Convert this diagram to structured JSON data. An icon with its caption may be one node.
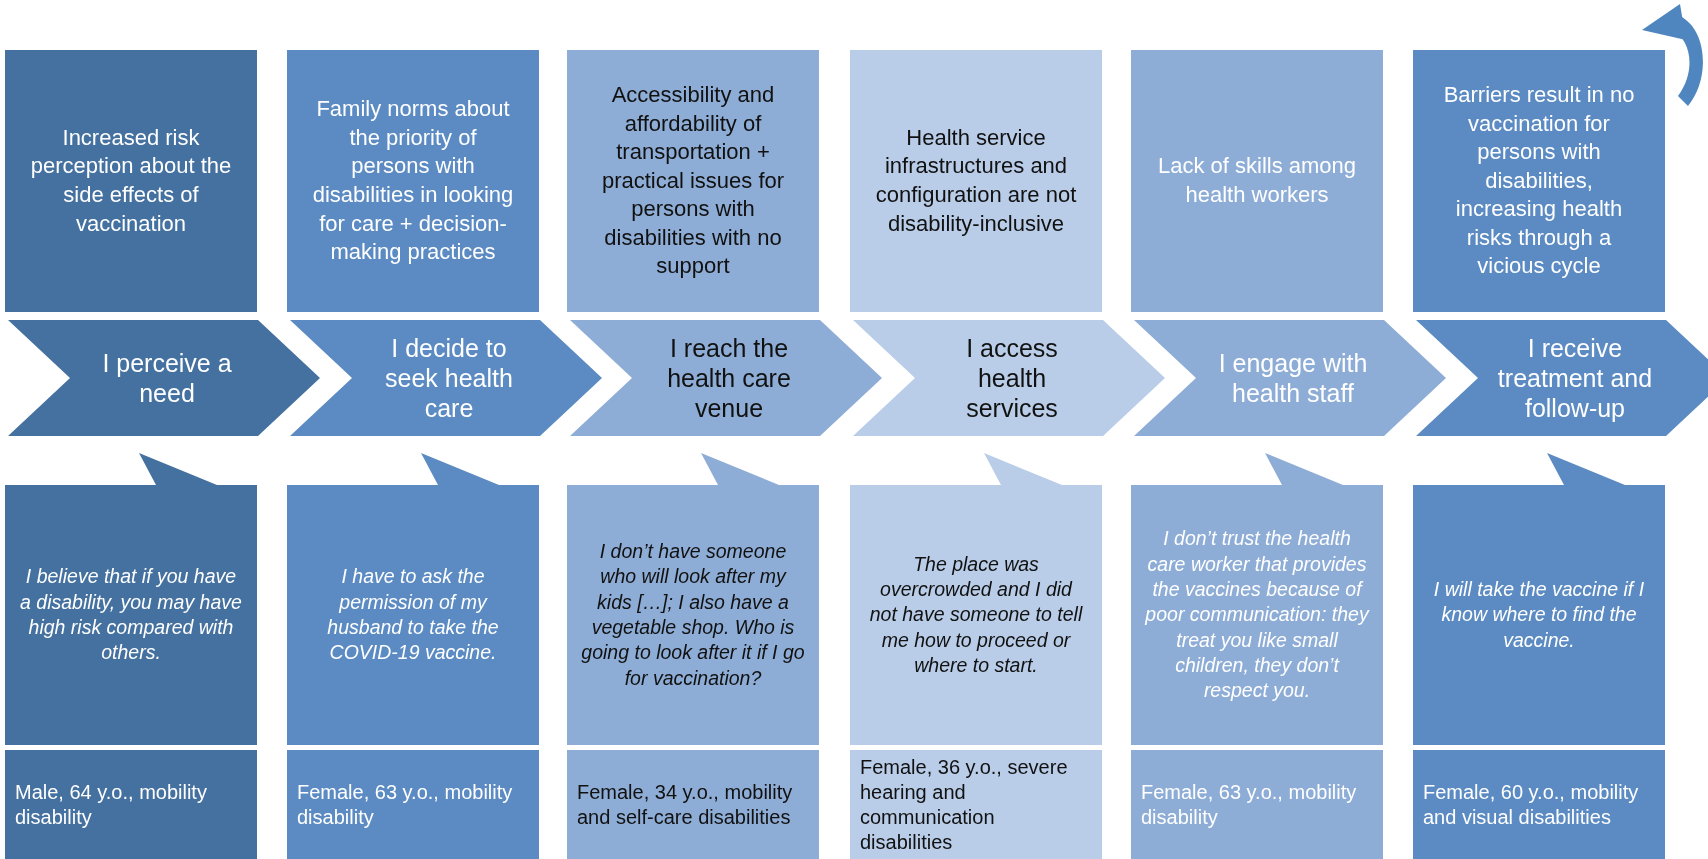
{
  "diagram": {
    "nodes": [
      {
        "text": [
          "Increased risk perception about the side effects of vaccination"
        ]
      },
      {
        "text": [
          "Family norms about the priority of persons with disabilities in looking for care + decision-making practices"
        ]
      },
      {
        "text": [
          "Accessibility and affordability of transportation + practical issues for persons with disabilities with no support"
        ]
      },
      {
        "text": [
          "Health service infrastructures and configuration are not disability-inclusive"
        ]
      },
      {
        "text": [
          "Lack of skills among health workers"
        ]
      },
      {
        "text": [
          "Barriers result in no vaccination for persons with disabilities, increasing health risks through a vicious cycle"
        ]
      },
      {
        "text": [
          "I perceive a need"
        ]
      },
      {
        "text": [
          "I decide to seek health care"
        ]
      },
      {
        "text": [
          "I reach the health care venue"
        ]
      },
      {
        "text": [
          "I access health services"
        ]
      },
      {
        "text": [
          "I engage with health staff"
        ]
      },
      {
        "text": [
          "I receive treatment and follow-up"
        ]
      },
      {
        "text": [
          "I believe that if you have a disability, you may have high risk compared with others."
        ]
      },
      {
        "text": [
          "I have to ask the permission of my husband to take the COVID-19 vaccine."
        ]
      },
      {
        "text": [
          "I don’t have someone who will look after my kids […]; I also have a vegetable shop. Who is going to look after it if I go for vaccination?"
        ]
      },
      {
        "text": [
          "The place was overcrowded and I did not have someone to tell me how to proceed or where to start."
        ]
      },
      {
        "text": [
          "I don’t trust the health care worker that provides the vaccines because of poor communication: they treat you like small children, they don’t respect you."
        ]
      },
      {
        "text": [
          "I will take the vaccine if I know where to find the vaccine."
        ]
      },
      {
        "text": [
          "Male, 64 y.o., mobility disability"
        ]
      },
      {
        "text": [
          "Female, 63 y.o., mobility disability"
        ]
      },
      {
        "text": [
          "Female, 34 y.o., mobility and self-care disabilities"
        ]
      },
      {
        "text": [
          "Female, 36 y.o., severe hearing and communication disabilities"
        ]
      },
      {
        "text": [
          "Female, 63 y.o., mobility disability"
        ]
      },
      {
        "text": [
          "Female, 60 y.o., mobility and visual disabilities"
        ]
      }
    ]
  }
}
